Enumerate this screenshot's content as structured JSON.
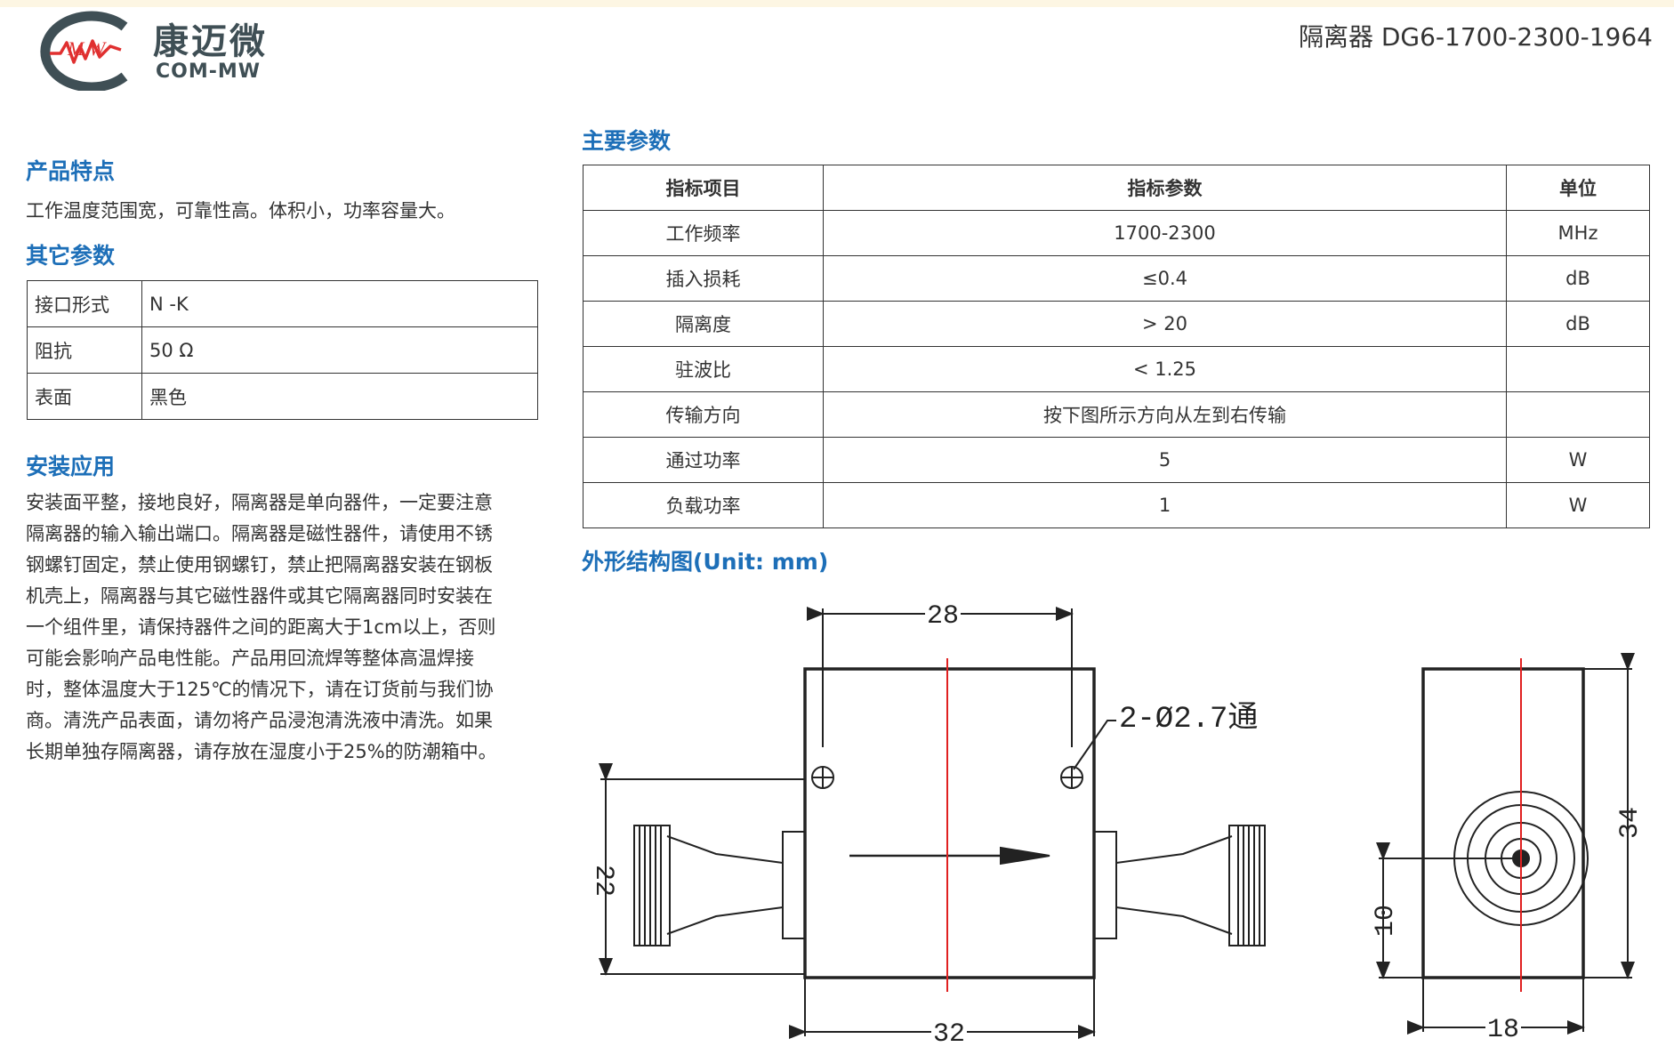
{
  "header": {
    "brand_cn": "康迈微",
    "brand_en": "COM-MW",
    "doc_title": "隔离器 DG6-1700-2300-1964"
  },
  "features": {
    "heading": "产品特点",
    "text": "工作温度范围宽，可靠性高。体积小，功率容量大。"
  },
  "other_params": {
    "heading": "其它参数",
    "rows": [
      {
        "key": "接口形式",
        "value": "N -K"
      },
      {
        "key": "阻抗",
        "value": "50 Ω"
      },
      {
        "key": "表面",
        "value": "黑色"
      }
    ]
  },
  "install": {
    "heading": "安装应用",
    "lines": [
      "安装面平整，接地良好，隔离器是单向器件，一定要注意",
      "隔离器的输入输出端口。隔离器是磁性器件，请使用不锈",
      "钢螺钉固定，禁止使用钢螺钉，禁止把隔离器安装在钢板",
      "机壳上，隔离器与其它磁性器件或其它隔离器同时安装在",
      "一个组件里，请保持器件之间的距离大于1cm以上，否则",
      "可能会影响产品电性能。产品用回流焊等整体高温焊接",
      "时，整体温度大于125℃的情况下，请在订货前与我们协",
      "商。清洗产品表面，请勿将产品浸泡清洗液中清洗。如果",
      "长期单独存隔离器，请存放在湿度小于25%的防潮箱中。"
    ]
  },
  "main_params": {
    "heading": "主要参数",
    "columns": [
      "指标项目",
      "指标参数",
      "单位"
    ],
    "rows": [
      {
        "item": "工作频率",
        "value": "1700-2300",
        "unit": "MHz"
      },
      {
        "item": "插入损耗",
        "value": "≤0.4",
        "unit": "dB"
      },
      {
        "item": "隔离度",
        "value": "> 20",
        "unit": "dB"
      },
      {
        "item": "驻波比",
        "value": "< 1.25",
        "unit": ""
      },
      {
        "item": "传输方向",
        "value": "按下图所示方向从左到右传输",
        "unit": ""
      },
      {
        "item": "通过功率",
        "value": "5",
        "unit": "W"
      },
      {
        "item": "负载功率",
        "value": "1",
        "unit": "W"
      }
    ]
  },
  "outline": {
    "heading": "外形结构图(Unit: mm)",
    "dims": {
      "top_width": "28",
      "bottom_width": "32",
      "left_height": "22",
      "holes": "2-Ø2.7通",
      "side_height": "34",
      "side_offset": "10",
      "side_width": "18"
    }
  },
  "colors": {
    "heading_blue": "#1d6fb8",
    "logo_red": "#e03030",
    "logo_gray": "#3f4f55",
    "centerline_red": "#e02020"
  }
}
